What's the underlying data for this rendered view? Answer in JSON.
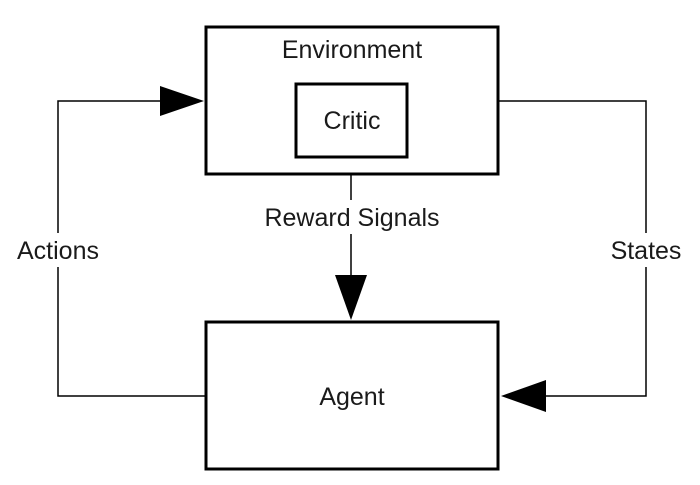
{
  "nodes": {
    "environment": "Environment",
    "critic": "Critic",
    "agent": "Agent"
  },
  "edges": {
    "reward_signals": "Reward Signals",
    "actions": "Actions",
    "states": "States"
  },
  "colors": {
    "stroke": "#000000",
    "text": "#1a1a1a",
    "background": "#ffffff"
  }
}
